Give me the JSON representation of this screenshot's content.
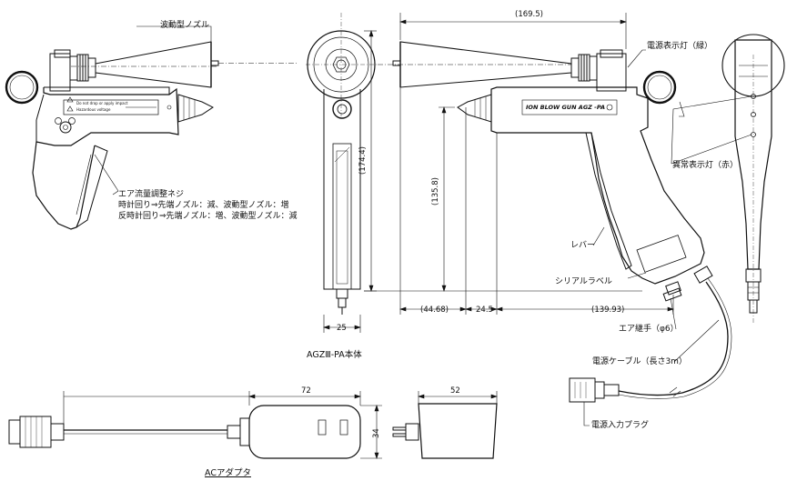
{
  "labels": {
    "wave_nozzle": "波動型ノズル",
    "air_flow_1": "エア流量調整ネジ",
    "air_flow_2": "時計回り⇒先端ノズル：減、波動型ノズル：増",
    "air_flow_3": "反時計回り⇒先端ノズル：増、波動型ノズル：減",
    "power_lamp": "電源表示灯（緑）",
    "error_lamp": "異常表示灯（赤）",
    "lever": "レバー",
    "serial_label": "シリアルラベル",
    "air_joint": "エア継手（φ6）",
    "power_cable": "電源ケーブル（長さ3m）",
    "power_plug": "電源入力プラグ"
  },
  "dimensions": {
    "overall_length": "(169.5)",
    "height": "(174.4)",
    "inner_height": "(135.8)",
    "left_offset": "(44.68)",
    "mid_offset": "24.5",
    "right_offset": "(139.93)",
    "front_width": "25",
    "adapter_length": "72",
    "adapter_height": "34",
    "adapter_width": "52"
  },
  "captions": {
    "body": "AGZⅢ-PA本体",
    "adapter": "ACアダプタ"
  },
  "product_text": {
    "brand": "ION BLOW GUN  AGZ  -PA",
    "warning_1": "Do not drop or apply impact",
    "warning_2": "Hazardous voltage"
  }
}
